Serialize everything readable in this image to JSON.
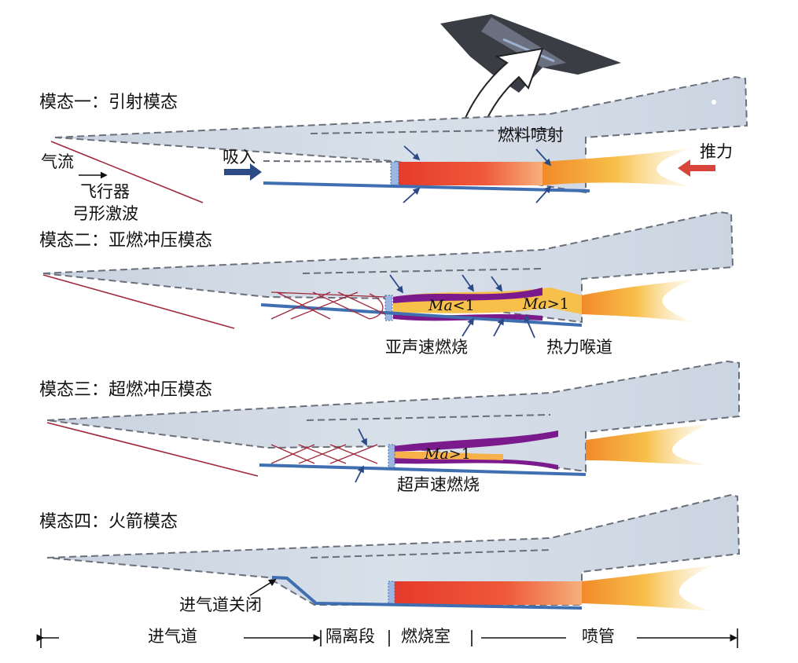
{
  "modes": [
    {
      "title": "模态一：引射模态"
    },
    {
      "title": "模态二：亚燃冲压模态"
    },
    {
      "title": "模态三：超燃冲压模态"
    },
    {
      "title": "模态四：火箭模态"
    }
  ],
  "labels": {
    "airflow": "气流",
    "vehicle": "飞行器",
    "bow_shock": "弓形激波",
    "suction": "吸入",
    "fuel_injection": "燃料喷射",
    "thrust": "推力",
    "subsonic_combustion": "亚声速燃烧",
    "thermal_throat": "热力喉道",
    "supersonic_combustion": "超声速燃烧",
    "inlet_closed": "进气道关闭"
  },
  "mach": {
    "ma_symbol": "Ma",
    "lt1": "<1",
    "gt1": ">1"
  },
  "segments": {
    "inlet": "进气道",
    "isolator": "隔离段",
    "combustor": "燃烧室",
    "nozzle": "喷管"
  },
  "colors": {
    "body_fill": "#ccd6e2",
    "outline": "#6a6f7a",
    "cowl_blue": "#3f6fb0",
    "shock_red": "#a0283c",
    "rocket_red": "#e8402a",
    "purple_flame": "#7a1a8c",
    "navy_arrow": "#2c4a86"
  }
}
